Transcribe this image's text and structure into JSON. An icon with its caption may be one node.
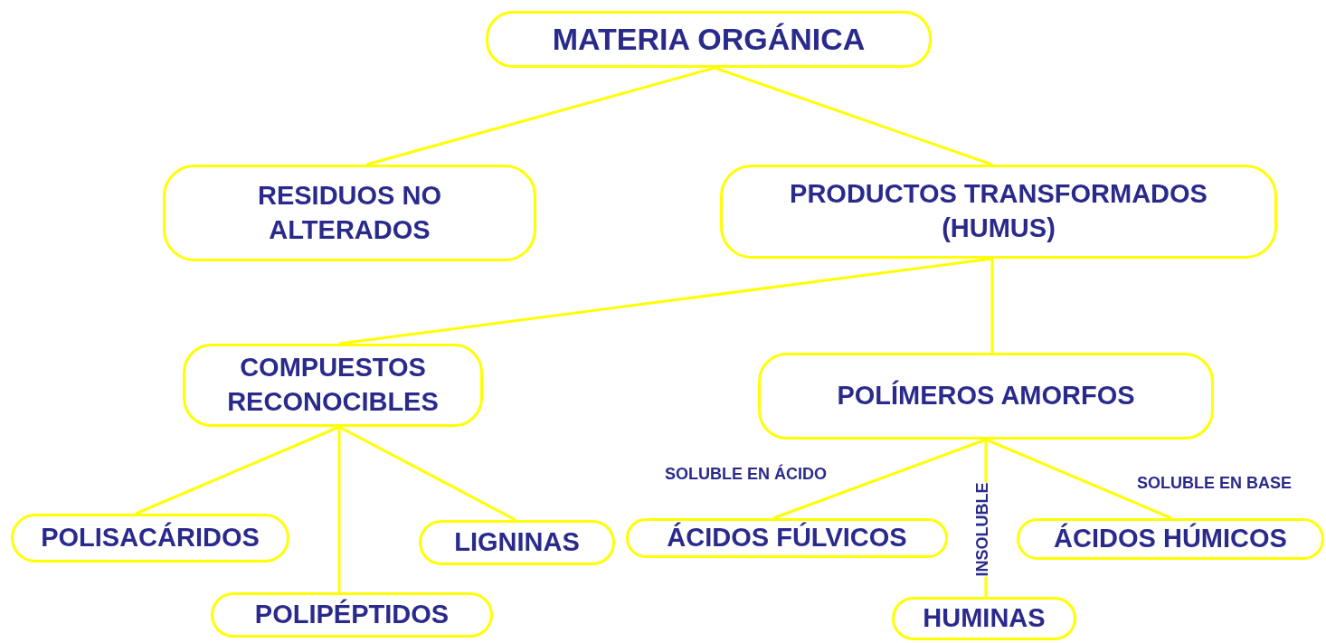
{
  "diagram": {
    "nodes": [
      {
        "text": [
          "MATERIA ORGÁNICA"
        ]
      },
      {
        "text": [
          "RESIDUOS NO ALTERADOS"
        ]
      },
      {
        "text": [
          "PRODUCTOS TRANSFORMADOS (HUMUS)"
        ]
      },
      {
        "text": [
          "COMPUESTOS RECONOCIBLES"
        ]
      },
      {
        "text": [
          "POLÍMEROS AMORFOS"
        ]
      },
      {
        "text": [
          "POLISACÁRIDOS"
        ]
      },
      {
        "text": [
          "LIGNINAS"
        ]
      },
      {
        "text": [
          "POLIPÉPTIDOS"
        ]
      },
      {
        "text": [
          "ÁCIDOS FÚLVICOS"
        ]
      },
      {
        "text": [
          "ÁCIDOS HÚMICOS"
        ]
      },
      {
        "text": [
          "HUMINAS"
        ]
      }
    ],
    "edges": [
      {
        "from": 0,
        "to": 1,
        "arrow": "none"
      },
      {
        "from": 0,
        "to": 2,
        "arrow": "none"
      },
      {
        "from": 2,
        "to": 3,
        "arrow": "none"
      },
      {
        "from": 2,
        "to": 4,
        "arrow": "none"
      },
      {
        "from": 3,
        "to": 5,
        "arrow": "none"
      },
      {
        "from": 3,
        "to": 7,
        "arrow": "none"
      },
      {
        "from": 3,
        "to": 6,
        "arrow": "none"
      },
      {
        "from": 4,
        "to": 8,
        "arrow": "none",
        "label": "SOLUBLE EN ÁCIDO"
      },
      {
        "from": 4,
        "to": 10,
        "arrow": "none",
        "label": "INSOLUBLE"
      },
      {
        "from": 4,
        "to": 9,
        "arrow": "none",
        "label": "SOLUBLE EN BASE"
      }
    ]
  }
}
